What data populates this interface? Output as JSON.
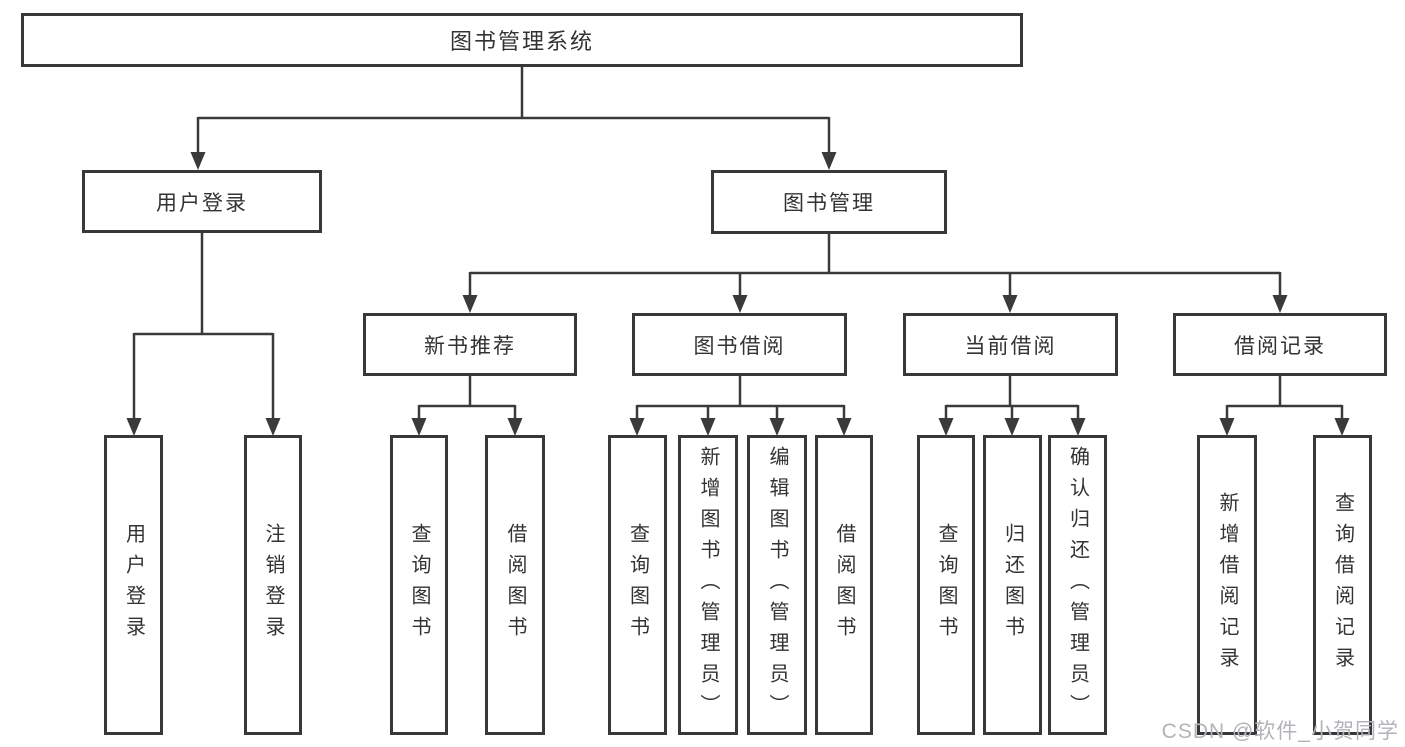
{
  "diagram": {
    "root": {
      "label": "图书管理系统"
    },
    "level2": [
      {
        "id": "user-login",
        "label": "用户登录"
      },
      {
        "id": "book-management",
        "label": "图书管理"
      }
    ],
    "level3": [
      {
        "id": "new-book-recommendation",
        "label": "新书推荐",
        "parent": "图书管理"
      },
      {
        "id": "book-borrowing",
        "label": "图书借阅",
        "parent": "图书管理"
      },
      {
        "id": "current-borrowing",
        "label": "当前借阅",
        "parent": "图书管理"
      },
      {
        "id": "borrowing-records",
        "label": "借阅记录",
        "parent": "图书管理"
      }
    ],
    "groups": [
      {
        "parent": "用户登录",
        "items": [
          {
            "label": "用户登录"
          },
          {
            "label": "注销登录"
          }
        ]
      },
      {
        "parent": "新书推荐",
        "items": [
          {
            "label": "查询图书"
          },
          {
            "label": "借阅图书"
          }
        ]
      },
      {
        "parent": "图书借阅",
        "items": [
          {
            "label": "查询图书"
          },
          {
            "label": "新增图书（管理员）"
          },
          {
            "label": "编辑图书（管理员）"
          },
          {
            "label": "借阅图书"
          }
        ]
      },
      {
        "parent": "当前借阅",
        "items": [
          {
            "label": "查询图书"
          },
          {
            "label": "归还图书"
          },
          {
            "label": "确认归还（管理员）"
          }
        ]
      },
      {
        "parent": "借阅记录",
        "items": [
          {
            "label": "新增借阅记录"
          },
          {
            "label": "查询借阅记录"
          }
        ]
      }
    ]
  },
  "watermark": {
    "text": "CSDN @软件_小贺同学"
  },
  "colors": {
    "line": "#3a3a3a",
    "box_border": "#383838",
    "text": "#333333",
    "watermark": "#b3b3b9",
    "background": "#ffffff"
  }
}
